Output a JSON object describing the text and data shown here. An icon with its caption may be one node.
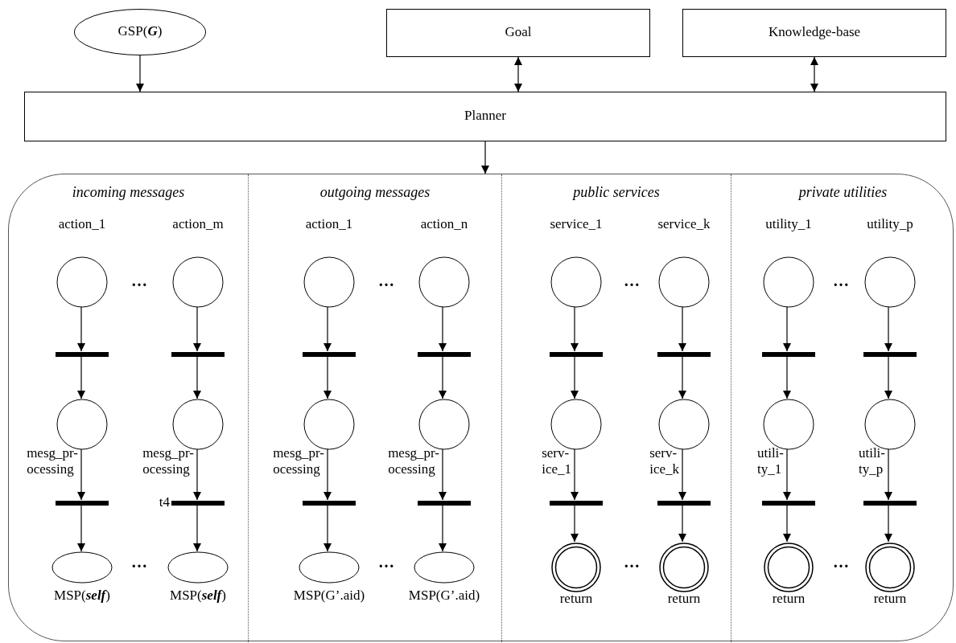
{
  "diagram": {
    "nodes": [
      {
        "text": [
          "GSP(**G**)"
        ]
      },
      {
        "text": [
          "Goal"
        ]
      },
      {
        "text": [
          "Knowledge-base"
        ]
      },
      {
        "text": [
          "Planner"
        ]
      },
      {
        "text": [],
        "shape": "box"
      },
      {
        "text": [
          "incoming messages"
        ],
        "in": 4
      },
      {
        "text": [
          "action_1"
        ],
        "in": 5
      },
      {
        "text": [],
        "shape": "bar",
        "in": 5
      },
      {
        "text": [],
        "shape": "circle",
        "in": 5,
        "beside": [
          "mesg_pr- ocessing"
        ]
      },
      {
        "text": [],
        "shape": "bar",
        "in": 5
      },
      {
        "text": [
          "MSP(**self**)"
        ],
        "in": 5
      },
      {
        "text": [
          "action_m"
        ],
        "in": 5
      },
      {
        "text": [],
        "shape": "bar",
        "in": 5
      },
      {
        "text": [],
        "shape": "circle",
        "in": 5,
        "beside": [
          "mesg_pr- ocessing"
        ]
      },
      {
        "text": [],
        "shape": "bar",
        "in": 5,
        "beside": [
          "t4"
        ]
      },
      {
        "text": [
          "MSP(**self**)"
        ],
        "in": 5
      },
      {
        "text": [
          "outgoing messages"
        ],
        "in": 4
      },
      {
        "text": [
          "action_1"
        ],
        "in": 16
      },
      {
        "text": [],
        "shape": "bar",
        "in": 16
      },
      {
        "text": [],
        "shape": "circle",
        "in": 16,
        "beside": [
          "mesg_pr- ocessing"
        ]
      },
      {
        "text": [],
        "shape": "bar",
        "in": 16
      },
      {
        "text": [
          "MSP(G’.aid)"
        ],
        "in": 16
      },
      {
        "text": [
          "action_n"
        ],
        "in": 16
      },
      {
        "text": [],
        "shape": "bar",
        "in": 16
      },
      {
        "text": [],
        "shape": "circle",
        "in": 16,
        "beside": [
          "mesg_pr- ocessing"
        ]
      },
      {
        "text": [],
        "shape": "bar",
        "in": 16
      },
      {
        "text": [
          "MSP(G’.aid)"
        ],
        "in": 16
      },
      {
        "text": [
          "public services"
        ],
        "in": 4
      },
      {
        "text": [
          "service_1"
        ],
        "in": 27
      },
      {
        "text": [],
        "shape": "bar",
        "in": 27
      },
      {
        "text": [],
        "shape": "circle",
        "in": 27,
        "beside": [
          "serv- ice_1"
        ]
      },
      {
        "text": [],
        "shape": "bar",
        "in": 27
      },
      {
        "text": [
          "return"
        ],
        "in": 27
      },
      {
        "text": [
          "service_k"
        ],
        "in": 27
      },
      {
        "text": [],
        "shape": "bar",
        "in": 27
      },
      {
        "text": [],
        "shape": "circle",
        "in": 27,
        "beside": [
          "serv- ice_k"
        ]
      },
      {
        "text": [],
        "shape": "bar",
        "in": 27
      },
      {
        "text": [
          "return"
        ],
        "in": 27
      },
      {
        "text": [
          "private utilities"
        ],
        "in": 4
      },
      {
        "text": [
          "utility_1"
        ],
        "in": 38
      },
      {
        "text": [],
        "shape": "bar",
        "in": 38
      },
      {
        "text": [],
        "shape": "circle",
        "in": 38,
        "beside": [
          "utili- ty_1"
        ]
      },
      {
        "text": [],
        "shape": "bar",
        "in": 38
      },
      {
        "text": [
          "return"
        ],
        "in": 38
      },
      {
        "text": [
          "utility_p"
        ],
        "in": 38
      },
      {
        "text": [],
        "shape": "bar",
        "in": 38
      },
      {
        "text": [],
        "shape": "circle",
        "in": 38,
        "beside": [
          "utili- ty_p"
        ]
      },
      {
        "text": [],
        "shape": "bar",
        "in": 38
      },
      {
        "text": [
          "return"
        ],
        "in": 38
      }
    ],
    "edges": [
      {
        "from": 0,
        "to": 3,
        "arrow": "to"
      },
      {
        "from": 1,
        "to": 3,
        "arrow": "both"
      },
      {
        "from": 2,
        "to": 3,
        "arrow": "both"
      },
      {
        "from": 3,
        "to": 4,
        "arrow": "to"
      },
      {
        "from": 6,
        "to": 7,
        "arrow": "to"
      },
      {
        "from": 7,
        "to": 8,
        "arrow": "to"
      },
      {
        "from": 8,
        "to": 9,
        "arrow": "to"
      },
      {
        "from": 9,
        "to": 10,
        "arrow": "to"
      },
      {
        "from": 11,
        "to": 12,
        "arrow": "to"
      },
      {
        "from": 12,
        "to": 13,
        "arrow": "to"
      },
      {
        "from": 13,
        "to": 14,
        "arrow": "to"
      },
      {
        "from": 14,
        "to": 15,
        "arrow": "to"
      },
      {
        "from": 17,
        "to": 18,
        "arrow": "to"
      },
      {
        "from": 18,
        "to": 19,
        "arrow": "to"
      },
      {
        "from": 19,
        "to": 20,
        "arrow": "to"
      },
      {
        "from": 20,
        "to": 21,
        "arrow": "to"
      },
      {
        "from": 22,
        "to": 23,
        "arrow": "to"
      },
      {
        "from": 23,
        "to": 24,
        "arrow": "to"
      },
      {
        "from": 24,
        "to": 25,
        "arrow": "to"
      },
      {
        "from": 25,
        "to": 26,
        "arrow": "to"
      },
      {
        "from": 28,
        "to": 29,
        "arrow": "to"
      },
      {
        "from": 29,
        "to": 30,
        "arrow": "to"
      },
      {
        "from": 30,
        "to": 31,
        "arrow": "to"
      },
      {
        "from": 31,
        "to": 32,
        "arrow": "to"
      },
      {
        "from": 33,
        "to": 34,
        "arrow": "to"
      },
      {
        "from": 34,
        "to": 35,
        "arrow": "to"
      },
      {
        "from": 35,
        "to": 36,
        "arrow": "to"
      },
      {
        "from": 36,
        "to": 37,
        "arrow": "to"
      },
      {
        "from": 39,
        "to": 40,
        "arrow": "to"
      },
      {
        "from": 40,
        "to": 41,
        "arrow": "to"
      },
      {
        "from": 41,
        "to": 42,
        "arrow": "to"
      },
      {
        "from": 42,
        "to": 43,
        "arrow": "to"
      },
      {
        "from": 44,
        "to": 45,
        "arrow": "to"
      },
      {
        "from": 45,
        "to": 46,
        "arrow": "to"
      },
      {
        "from": 46,
        "to": 47,
        "arrow": "to"
      },
      {
        "from": 47,
        "to": 48,
        "arrow": "to"
      }
    ],
    "labels": [
      "…",
      "…",
      "…",
      "…",
      "…",
      "…",
      "…",
      "…"
    ]
  }
}
